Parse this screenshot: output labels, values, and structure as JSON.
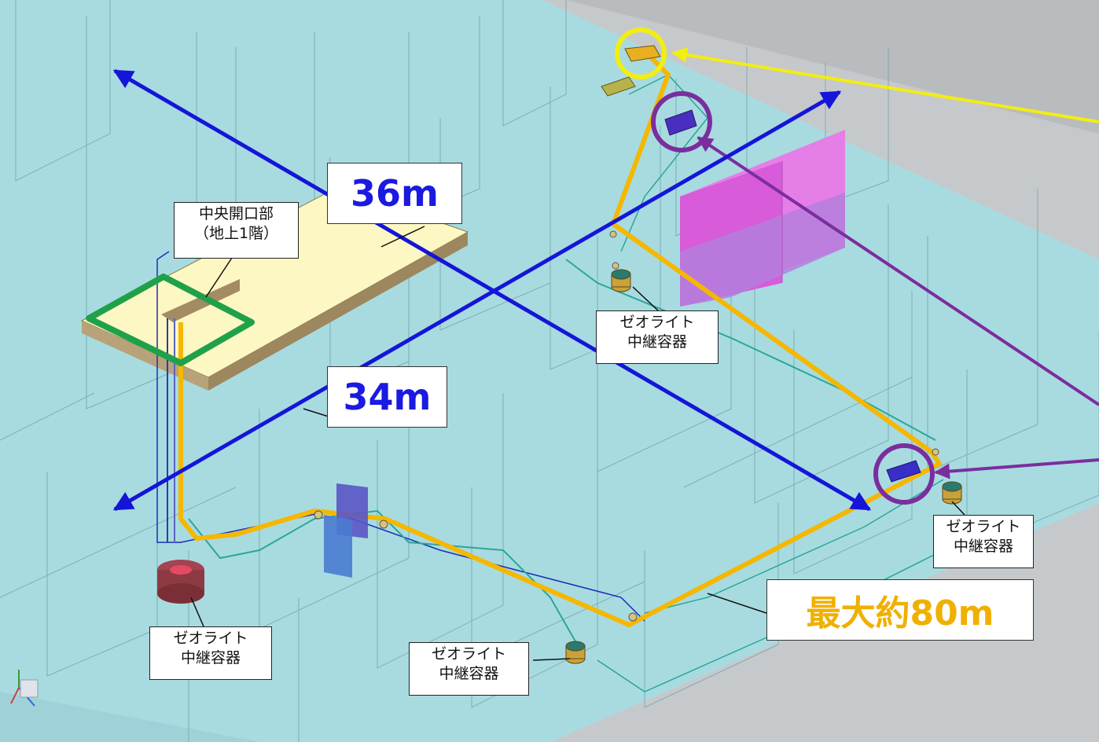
{
  "labels": {
    "opening_title": "中央開口部",
    "opening_sub": "（地上1階）",
    "dim_36": "36m",
    "dim_34": "34m",
    "max_length": "最大約80m",
    "zeolite_line1": "ゼオライト",
    "zeolite_line2": "中継容器"
  },
  "colors": {
    "dimension_arrow": "#1515d8",
    "dimension_text": "#1a1ae0",
    "hose": "#f5b700",
    "max_text": "#f0b000",
    "yellow_marker": "#f2ee10",
    "purple_marker": "#7a2e9e",
    "opening_marker": "#1fa14a",
    "zeolite_label_border": "#222222"
  }
}
